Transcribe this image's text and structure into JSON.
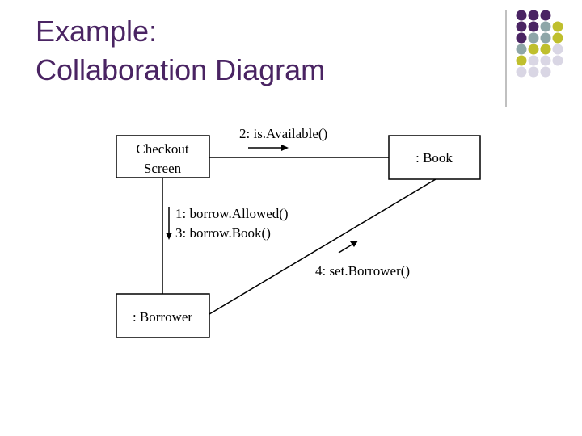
{
  "slide": {
    "title_line_1": "Example:",
    "title_line_2": "Collaboration Diagram"
  },
  "decoration": {
    "dot_colors": {
      "purple": "#4a2463",
      "teal": "#8ea6a8",
      "olive": "#bfbf2d",
      "lavender": "#d9d6e4"
    },
    "divider_color": "#808080"
  },
  "diagram": {
    "objects": {
      "checkout_screen": {
        "line_1": "Checkout",
        "line_2": "Screen"
      },
      "book": {
        "label": ": Book"
      },
      "borrower": {
        "label": ": Borrower"
      }
    },
    "messages": {
      "msg_2": "2: is.Available()",
      "msg_1": "1: borrow.Allowed()",
      "msg_3": "3: borrow.Book()",
      "msg_4": "4: set.Borrower()"
    }
  }
}
